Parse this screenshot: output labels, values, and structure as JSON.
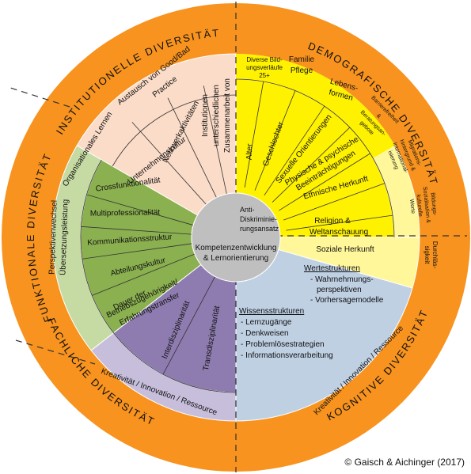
{
  "center": {
    "line1": "Kompetenzentwicklung",
    "line2": "& Lernorientierung"
  },
  "outer_ring": {
    "institutionelle": "INSTITUTIONELLE DIVERSITÄT",
    "demografische": "DEMOGRAFISCHE DIVERSITÄT",
    "funktionale": "FUNKTIONALE DIVERSITÄT",
    "fachliche": "FACHLICHE DIVERSITÄT",
    "kognitive": "KOGNITIVE DIVERSITÄT"
  },
  "institutional": {
    "organisationales_lernen": "Organisationales Lernen",
    "austausch_1": "Austausch von Good/Bad",
    "austausch_2": "Practice",
    "zusammenarbeit_1": "Zusammenarbeit von",
    "zusammenarbeit_2": "unterschiedlichen",
    "zusammenarbeit_3": "Institutionen",
    "netzwerkaktivitaeten": "Netzwerkaktivitäten",
    "unternehmenskultur": "Unternehmenskultur"
  },
  "functional": {
    "perspektiven_1": "Perspektivenwechsel",
    "perspektiven_2": "Übersetzungsleistung",
    "crossfunktionalitaet": "Crossfunktionalität",
    "multiprofessionalitaet": "Multiprofessionalität",
    "kommunikationsstruktur": "Kommunikationsstruktur",
    "abteilungskultur": "Abteilungskultur",
    "dauer_1": "Dauer der",
    "dauer_2": "Betriebszugehörigkeit/",
    "dauer_3": "Erfahrungstransfer"
  },
  "professional": {
    "interdisziplinaritaet": "Interdisziplinarität",
    "transdisziplinaritaet": "Transdisziplinarität",
    "kreativitaet": "Kreativität / Innovation / Ressource"
  },
  "cognitive": {
    "kreativitaet": "Kreativität / Innovation / Ressource",
    "wertestrukturen_title": "Wertestrukturen",
    "wertestrukturen_items": [
      "- Wahrnehmungs-",
      "perspektiven",
      "- Vorhersagemodelle"
    ],
    "wissensstrukturen_title": "Wissensstrukturen",
    "wissensstrukturen_items": [
      "- Lernzugänge",
      "- Denkweisen",
      "- Problemlösestrategien",
      "- Informationsverarbeitung"
    ]
  },
  "demographic": {
    "diverse_1": "Diverse Bild-",
    "diverse_2": "ungsverläufe",
    "diverse_3": "25+",
    "familie_1": "Familie",
    "familie_2": "Pflege",
    "lebens_1": "Lebens-",
    "lebens_2": "formen",
    "barriere_1": "Barrierefreiheit",
    "barriere_2": "&",
    "barriere_3": "Beratungsan-",
    "barriere_4": "gebote",
    "migration_1": "Migrations-",
    "migration_2": "hintergrund &",
    "migration_3": "International-",
    "migration_4": "isierung",
    "bildung_1": "Bildungs-",
    "bildung_2": "Sozialisation &",
    "bildung_3": "kulturelle",
    "bildung_4": "Werte",
    "durchlaessigkeit_1": "Durchläs-",
    "durchlaessigkeit_2": "sigkeit",
    "alter": "Alter",
    "geschlechter": "Geschlechter",
    "sexuelle": "Sexuelle Orientierungen",
    "physische_1": "Physische & psychische",
    "physische_2": "Beeinträchtigungen",
    "ethnische": "Ethnische Herkunft",
    "religion_1": "Religion &",
    "religion_2": "Weltanschauung",
    "soziale": "Soziale Herkunft",
    "anti_1": "Anti-",
    "anti_2": "Diskriminie-",
    "anti_3": "rungsansatz"
  },
  "copyright": "© Gaisch & Aichinger (2017)"
}
